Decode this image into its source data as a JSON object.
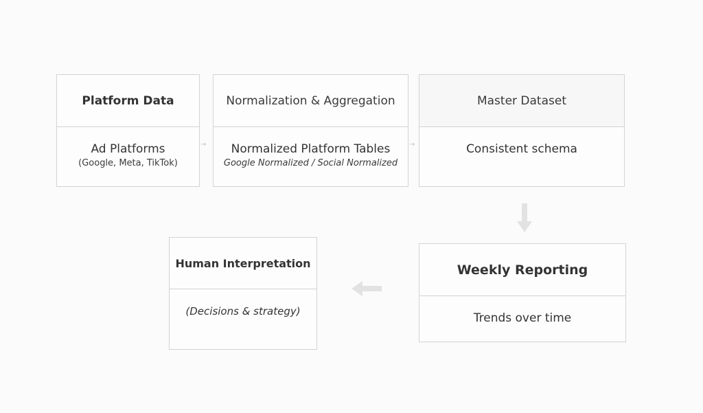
{
  "nodes": {
    "platform_data": {
      "title": "Platform Data",
      "line1": "Ad Platforms",
      "line2": "(Google, Meta, TikTok)"
    },
    "normalization": {
      "title": "Normalization & Aggregation",
      "line1": "Normalized Platform Tables",
      "line2": "Google Normalized / Social Normalized"
    },
    "master_dataset": {
      "title": "Master Dataset",
      "line1": "Consistent schema"
    },
    "weekly_reporting": {
      "title": "Weekly Reporting",
      "line1": "Trends over time"
    },
    "human_interpretation": {
      "title": "Human Interpretation",
      "line1": "(Decisions & strategy)"
    }
  },
  "connectors": {
    "small_arrow_glyph": "→"
  },
  "colors": {
    "border": "#d3d3d3",
    "arrow": "#e2e2e2",
    "text": "#333333"
  }
}
